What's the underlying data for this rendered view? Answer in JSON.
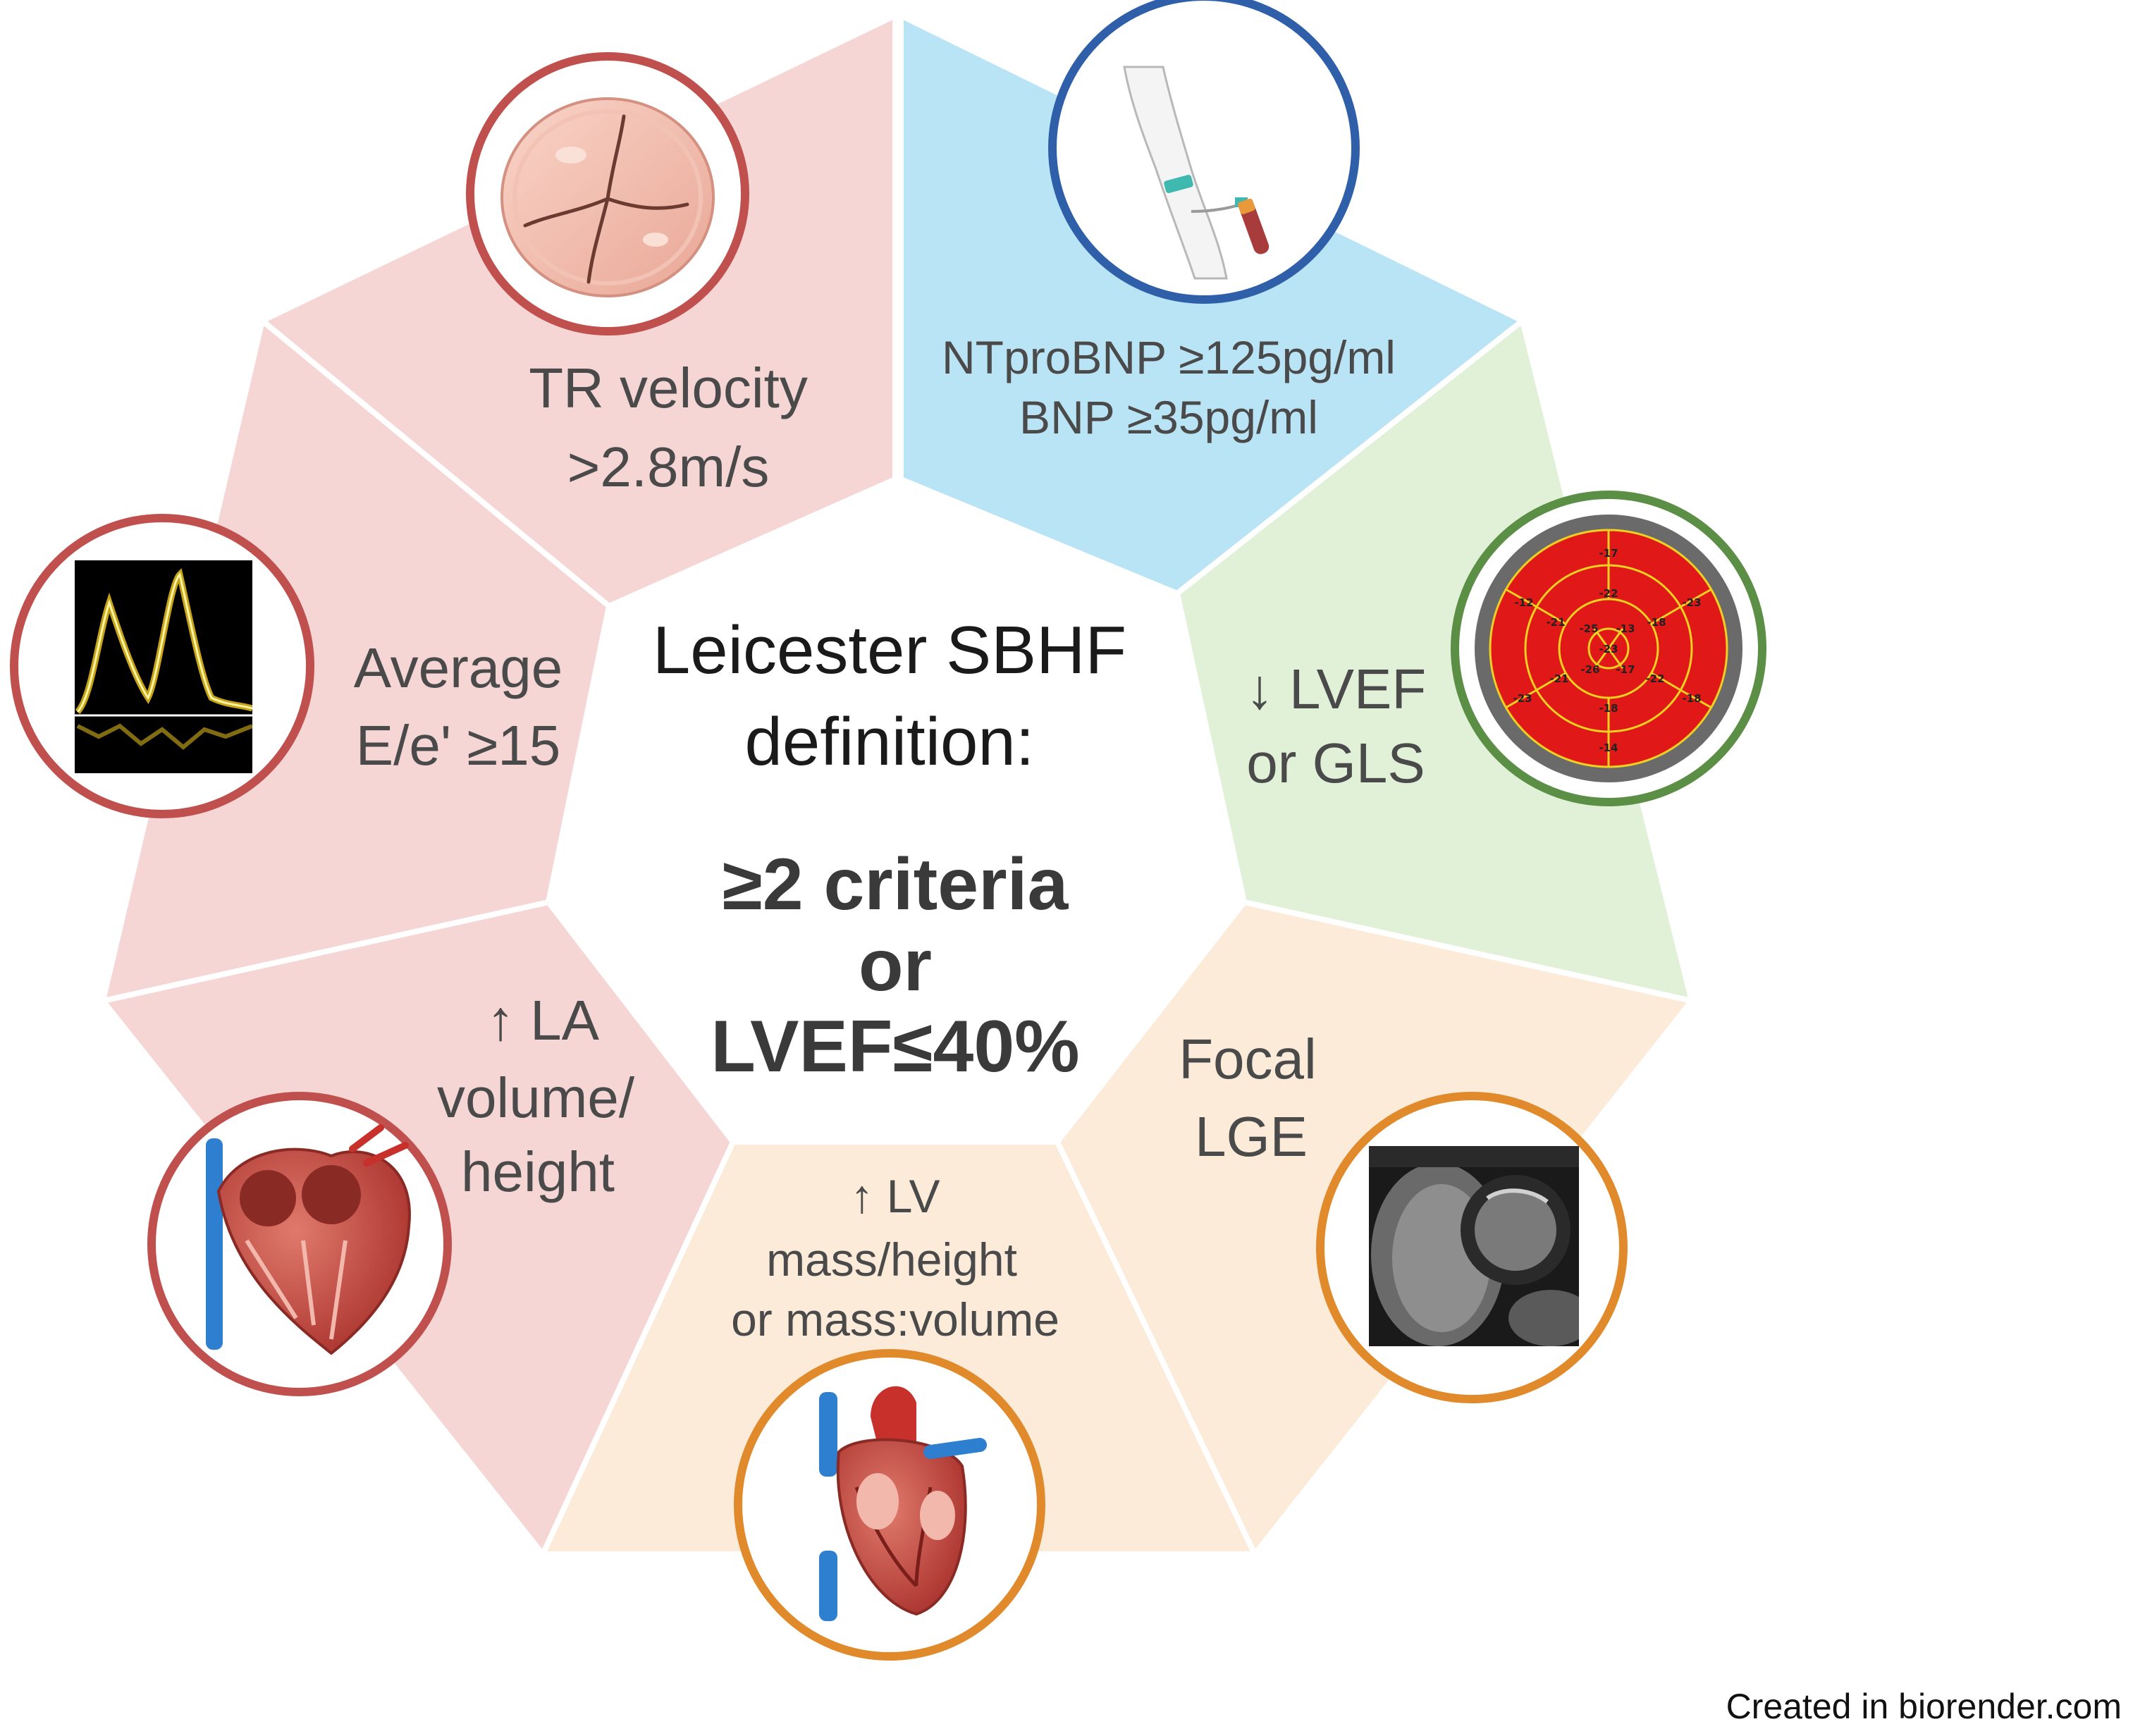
{
  "center": {
    "line1": "Leicester SBHF",
    "line2": "definition:",
    "line3": "≥2 criteria",
    "line4": "or",
    "line5": "LVEF≤40%"
  },
  "criteria": [
    {
      "id": "tr-velocity",
      "lines": [
        "TR velocity",
        ">2.8m/s"
      ],
      "icon": "heart-valve-icon",
      "color": "#f6d5d5",
      "ring": "#c0504d"
    },
    {
      "id": "bnp",
      "lines": [
        "NTproBNP ≥125pg/ml",
        "BNP ≥35pg/ml"
      ],
      "icon": "blood-draw-arm-icon",
      "color": "#b9e4f5",
      "ring": "#2e5fa8"
    },
    {
      "id": "lvef-gls",
      "lines": [
        "↓ LVEF",
        "or GLS"
      ],
      "icon": "bullseye-strain-map-icon",
      "color": "#e0f1d8",
      "ring": "#5a8f45"
    },
    {
      "id": "focal-lge",
      "lines": [
        "Focal",
        "LGE"
      ],
      "icon": "cardiac-mri-icon",
      "color": "#fcebd9",
      "ring": "#e08a2c"
    },
    {
      "id": "lv-mass",
      "lines": [
        "↑ LV",
        "mass/height",
        "or mass:volume"
      ],
      "icon": "heart-anatomy-icon",
      "color": "#fcebd9",
      "ring": "#e08a2c"
    },
    {
      "id": "la-volume",
      "lines": [
        "↑ LA",
        "volume/",
        "height"
      ],
      "icon": "heart-cross-section-icon",
      "color": "#f6d5d5",
      "ring": "#c0504d"
    },
    {
      "id": "ee-ratio",
      "lines": [
        "Average",
        "E/e' ≥15"
      ],
      "icon": "doppler-waveform-icon",
      "color": "#f6d5d5",
      "ring": "#c0504d"
    }
  ],
  "bullseye_values": [
    "-17",
    "-22",
    "-12",
    "-23",
    "-21",
    "-25",
    "-13",
    "-18",
    "-23",
    "-17",
    "-21",
    "-26",
    "-22",
    "-23",
    "-18",
    "-18",
    "-14"
  ],
  "credit": "Created in biorender.com"
}
